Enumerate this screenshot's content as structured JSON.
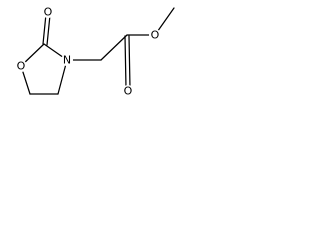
{
  "molecule": {
    "atoms": {
      "carbonyl_oxygen_ring": "O",
      "ring_oxygen": "O",
      "ring_nitrogen": "N",
      "ester_carbonyl_oxygen": "O",
      "ester_oxygen": "O"
    },
    "colors": {
      "bond": "#000000",
      "text": "#000000",
      "background": "#ffffff"
    }
  }
}
